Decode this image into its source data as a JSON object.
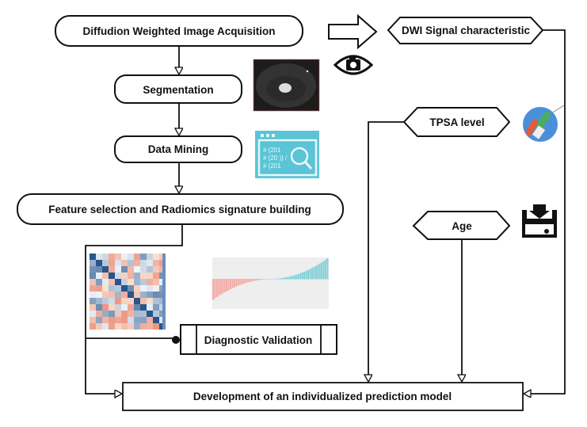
{
  "nodes": {
    "acquisition": "Diffudion Weighted Image Acquisition",
    "segmentation": "Segmentation",
    "data_mining": "Data Mining",
    "feature_selection": "Feature selection and Radiomics signature building",
    "diagnostic_validation": "Diagnostic Validation",
    "dwi_signal": "DWI Signal characteristic",
    "tpsa": "TPSA level",
    "age": "Age",
    "prediction_model": "Development of an individualized prediction model"
  },
  "icons": {
    "camera": "eye-camera-icon",
    "mri": "mri-image",
    "code": "code-search-icon",
    "blood_test": "blood-test-icon",
    "archive": "archive-drawer-icon",
    "heatmap": "correlation-heatmap",
    "barchart": "coefficient-bar-chart"
  },
  "code_lines": [
    "# {201",
    "# {20  )} /",
    "# {201"
  ],
  "colors": {
    "line": "#111111",
    "code_bg": "#5bc4d6",
    "heat_pos": "#1f4e8c",
    "heat_neg": "#c0392b",
    "bar_pos": "#7fd1d6",
    "bar_neg": "#f2a9a4"
  }
}
